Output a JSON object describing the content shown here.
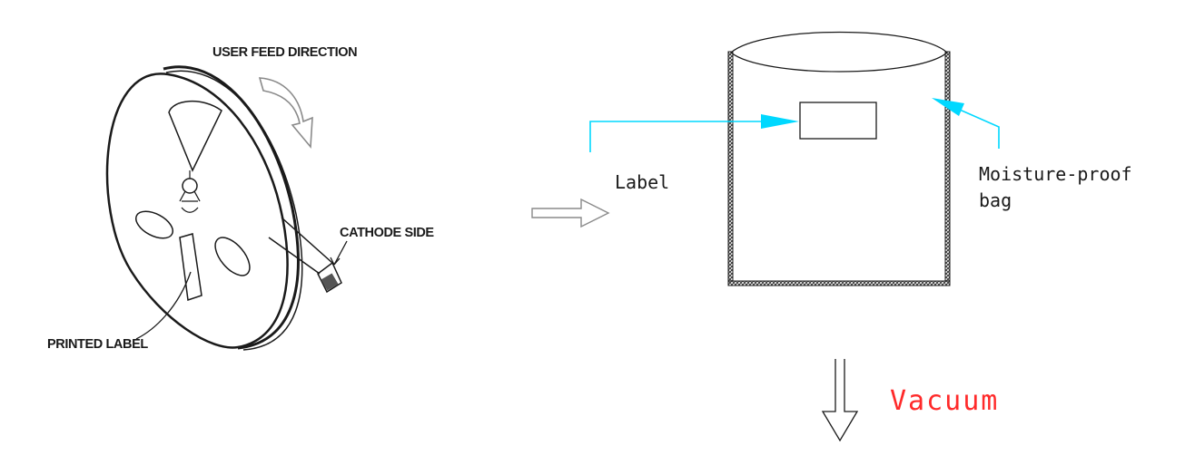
{
  "reel": {
    "feed_direction_label": "USER FEED DIRECTION",
    "cathode_label": "CATHODE SIDE",
    "printed_label": "PRINTED LABEL"
  },
  "bag": {
    "label_text": "Label",
    "moisture_line1": "Moisture-proof",
    "moisture_line2": "bag"
  },
  "vacuum": {
    "text": "Vacuum",
    "color": "#ff2a2a"
  },
  "colors": {
    "leader": "#00d8ff",
    "ink": "#1a1a1a",
    "arrow_outline": "#8a8a8a"
  }
}
